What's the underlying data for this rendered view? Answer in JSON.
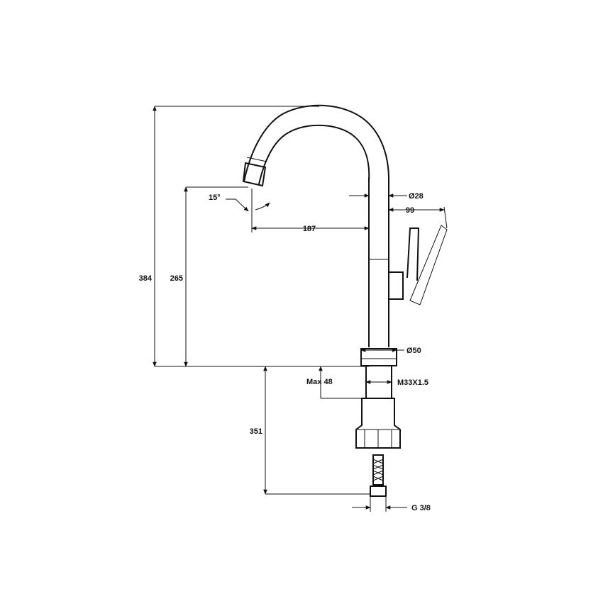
{
  "drawing": {
    "colors": {
      "line": "#111111",
      "background": "#ffffff"
    },
    "dimensions": {
      "overall_height": "384",
      "spout_height": "265",
      "spout_reach": "187",
      "spout_angle": "15°",
      "tube_diameter": "Ø28",
      "handle_width": "99",
      "base_diameter": "Ø50",
      "max_deck": "Max 48",
      "thread": "M33X1.5",
      "hose_length": "351",
      "hose_connection": "G 3/8"
    }
  }
}
